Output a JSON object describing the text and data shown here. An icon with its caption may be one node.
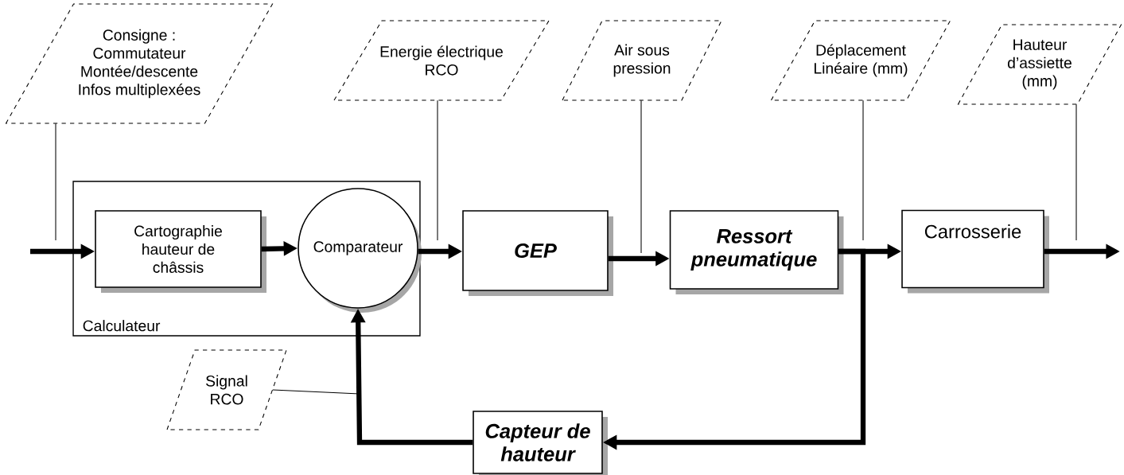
{
  "diagram": {
    "nodes": [
      {
        "text": [
          "Consigne : Commutateur Montée/descente Infos multiplexées"
        ]
      },
      {
        "text": [
          "Calculateur"
        ]
      },
      {
        "text": [
          "Cartographie hauteur de châssis"
        ],
        "in": 1
      },
      {
        "text": [
          "Comparateur"
        ],
        "in": 1
      },
      {
        "text": [
          "Energie électrique RCO"
        ]
      },
      {
        "text": [
          "GEP"
        ]
      },
      {
        "text": [
          "Air sous pression"
        ]
      },
      {
        "text": [
          "Ressort pneumatique"
        ]
      },
      {
        "text": [
          "Déplacement Linéaire (mm)"
        ]
      },
      {
        "text": [
          "Carrosserie"
        ]
      },
      {
        "text": [
          "Hauteur d’assiette (mm)"
        ]
      },
      {
        "text": [
          "Signal RCO"
        ]
      },
      {
        "text": [
          "Capteur de hauteur"
        ]
      }
    ],
    "edges": [
      {
        "from": null,
        "to": 2,
        "arrow": "to"
      },
      {
        "from": 2,
        "to": 3,
        "arrow": "to"
      },
      {
        "from": 3,
        "to": 5,
        "arrow": "to"
      },
      {
        "from": 5,
        "to": 7,
        "arrow": "to"
      },
      {
        "from": 7,
        "to": 9,
        "arrow": "to"
      },
      {
        "from": 9,
        "to": null,
        "arrow": "to"
      },
      {
        "from": 7,
        "to": 12,
        "arrow": "to"
      },
      {
        "from": 12,
        "to": 3,
        "arrow": "to"
      },
      {
        "from": 0,
        "to": null,
        "arrow": "none"
      },
      {
        "from": 4,
        "to": null,
        "arrow": "none"
      },
      {
        "from": 6,
        "to": null,
        "arrow": "none"
      },
      {
        "from": 8,
        "to": null,
        "arrow": "none"
      },
      {
        "from": 10,
        "to": null,
        "arrow": "none"
      },
      {
        "from": 11,
        "to": null,
        "arrow": "none"
      }
    ]
  }
}
